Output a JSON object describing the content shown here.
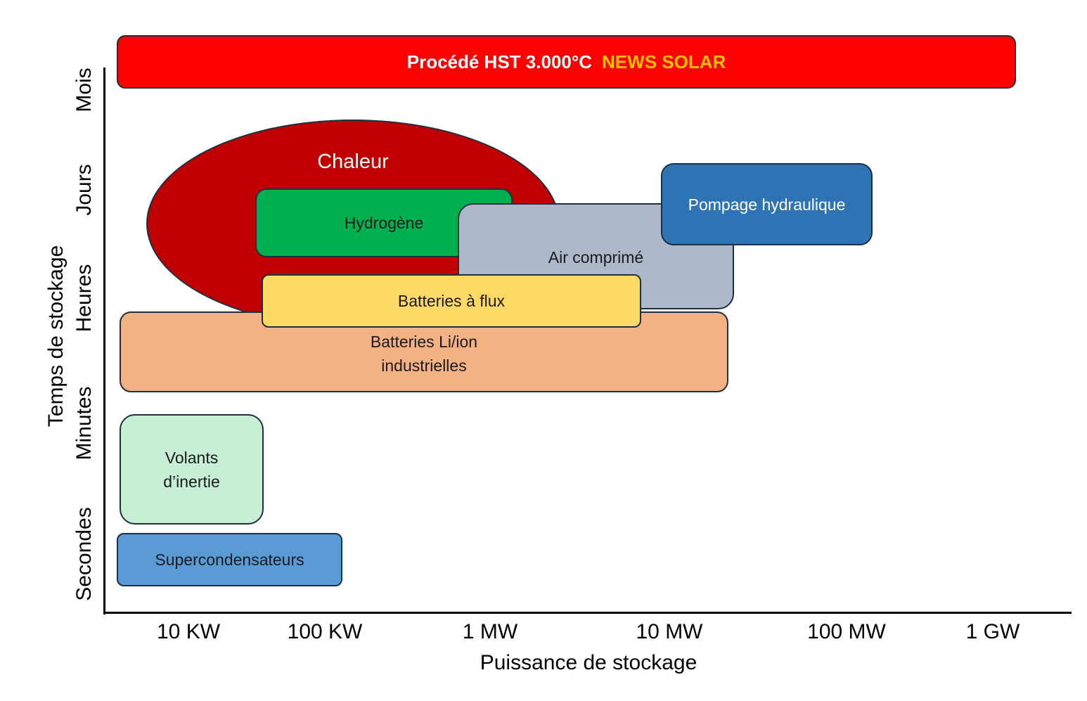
{
  "banner": {
    "main": "Procédé HST 3.000°C",
    "accent": "NEWS SOLAR"
  },
  "technologies": {
    "chaleur": "Chaleur",
    "hydrogene": "Hydrogène",
    "air_comprime": "Air comprimé",
    "pompage": "Pompage hydraulique",
    "batteries_flux": "Batteries à flux",
    "batteries_liion": [
      "Batteries Li/ion",
      "industrielles"
    ],
    "volants": [
      "Volants",
      "d’inertie"
    ],
    "supercondensateurs": "Supercondensateurs"
  },
  "y_axis": {
    "title": "Temps de stockage",
    "labels": [
      "Mois",
      "Jours",
      "Heures",
      "Minutes",
      "Secondes"
    ]
  },
  "x_axis": {
    "title": "Puissance de stockage",
    "labels": [
      "10 KW",
      "100 KW",
      "1 MW",
      "10 MW",
      "100 MW",
      "1 GW"
    ]
  },
  "colors": {
    "banner": "#ff0000",
    "banner_accent": "#ffc000",
    "chaleur": "#c00000",
    "hydrogene": "#00b050",
    "air_comprime": "#adb9ca",
    "pompage": "#2e74b5",
    "batteries_flux": "#ffd966",
    "batteries_liion": "#f4b183",
    "volants": "#c6efd6",
    "supercondensateurs": "#5b9bd5"
  }
}
